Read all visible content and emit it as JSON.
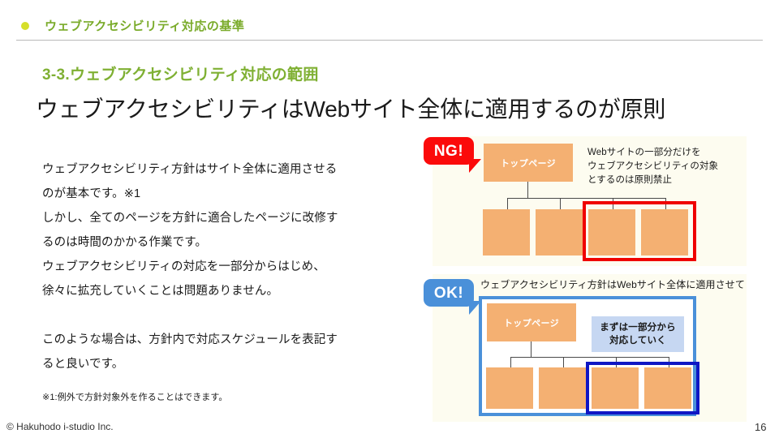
{
  "header": {
    "bullet_icon": "dot-icon",
    "title": "ウェブアクセシビリティ対応の基準"
  },
  "section": {
    "label": "3-3.ウェブアクセシビリティ対応の範囲",
    "main_title": "ウェブアクセシビリティはWebサイト全体に適用するのが原則"
  },
  "body": {
    "paragraph1_line1": "ウェブアクセシビリティ方針はサイト全体に適用させる",
    "paragraph1_line2": "のが基本です。※1",
    "paragraph1_line3": "しかし、全てのページを方針に適合したページに改修す",
    "paragraph1_line4": "るのは時間のかかる作業です。",
    "paragraph1_line5": "ウェブアクセシビリティの対応を一部分からはじめ、",
    "paragraph1_line6": "徐々に拡充していくことは問題ありません。",
    "paragraph2_line1": "このような場合は、方針内で対応スケジュールを表記す",
    "paragraph2_line2": "ると良いです。",
    "footnote": "※1:例外で方針対象外を作ることはできます。"
  },
  "ng_diagram": {
    "badge": "NG!",
    "badge_color": "#fb0a0a",
    "top_node_label": "トップページ",
    "annotation_line1": "Webサイトの一部分だけを",
    "annotation_line2": "ウェブアクセシビリティの対象",
    "annotation_line3": "とするのは原則禁止",
    "highlight_color": "#ef0000",
    "node_color": "#f4b072",
    "panel_color": "#fdfcf0",
    "child_count": 4
  },
  "ok_diagram": {
    "badge": "OK!",
    "badge_color": "#4a90d9",
    "top_node_label": "トップページ",
    "annotation": "ウェブアクセシビリティ方針はWebサイト全体に適用させて",
    "tag_line1": "まずは一部分から",
    "tag_line2": "対応していく",
    "tag_color": "#c6d7f2",
    "outer_highlight_color": "#4a90d9",
    "inner_highlight_color": "#0f16c4",
    "node_color": "#f4b072",
    "child_count": 4
  },
  "footer": {
    "copyright": "© Hakuhodo i-studio Inc.",
    "page_number": "16"
  }
}
